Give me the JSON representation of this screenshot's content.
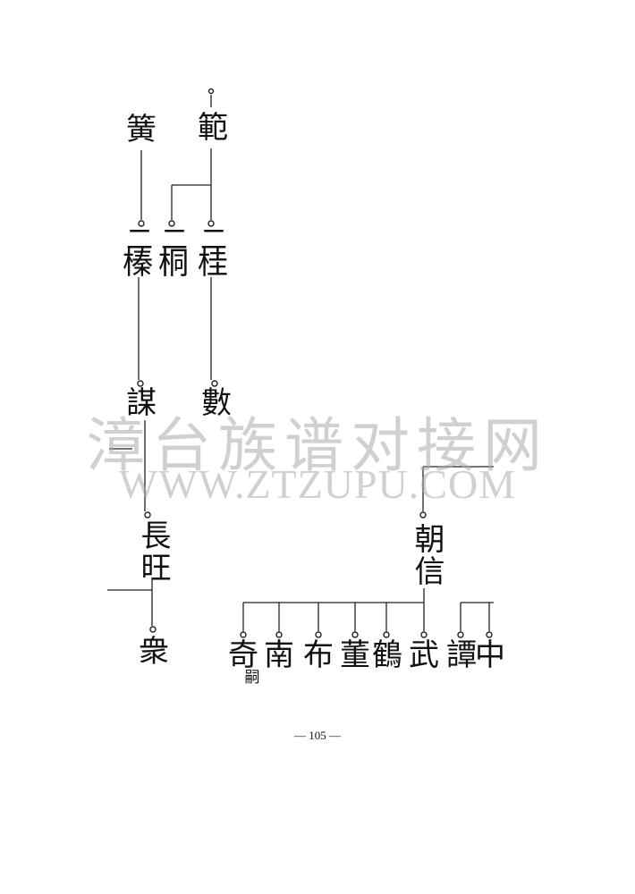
{
  "names": {
    "fan": "範",
    "huang": "簧",
    "gui": "桂",
    "tong": "桐",
    "zhen": "榛",
    "shu": "數",
    "mou": "謀",
    "changwang": "長旺",
    "zhong": "衆",
    "chaoxin": "朝信",
    "qi": "奇",
    "qi_note": "嗣",
    "nan": "南",
    "bu": "布",
    "dong": "董",
    "he": "鶴",
    "wu": "武",
    "tan": "譚",
    "zhong2": "中"
  },
  "generation_marks": {
    "gui": "二",
    "tong": "二",
    "zhen": "二"
  },
  "watermark": {
    "chinese": "漳台族谱对接网",
    "url": "WWW.ZTZUPU.COM"
  },
  "page_number": "— 105 —"
}
